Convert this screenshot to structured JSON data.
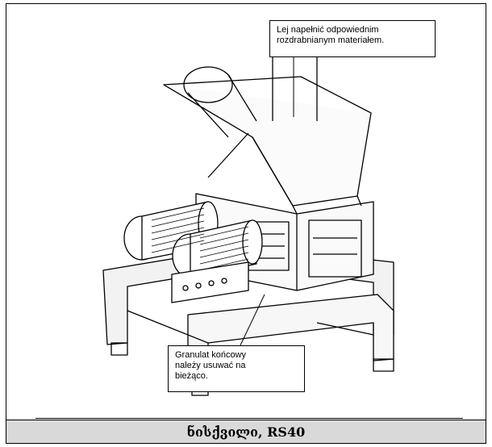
{
  "figure": {
    "callout_top_line1": "Lej napełnić odpowiednim",
    "callout_top_line2": "rozdrabnianym materiałem.",
    "callout_bottom_line1": "Granulat końcowy",
    "callout_bottom_line2": "należy usuwać na",
    "callout_bottom_line3": "bieżąco."
  },
  "caption": {
    "text": "ნისქვილი, RS40"
  }
}
